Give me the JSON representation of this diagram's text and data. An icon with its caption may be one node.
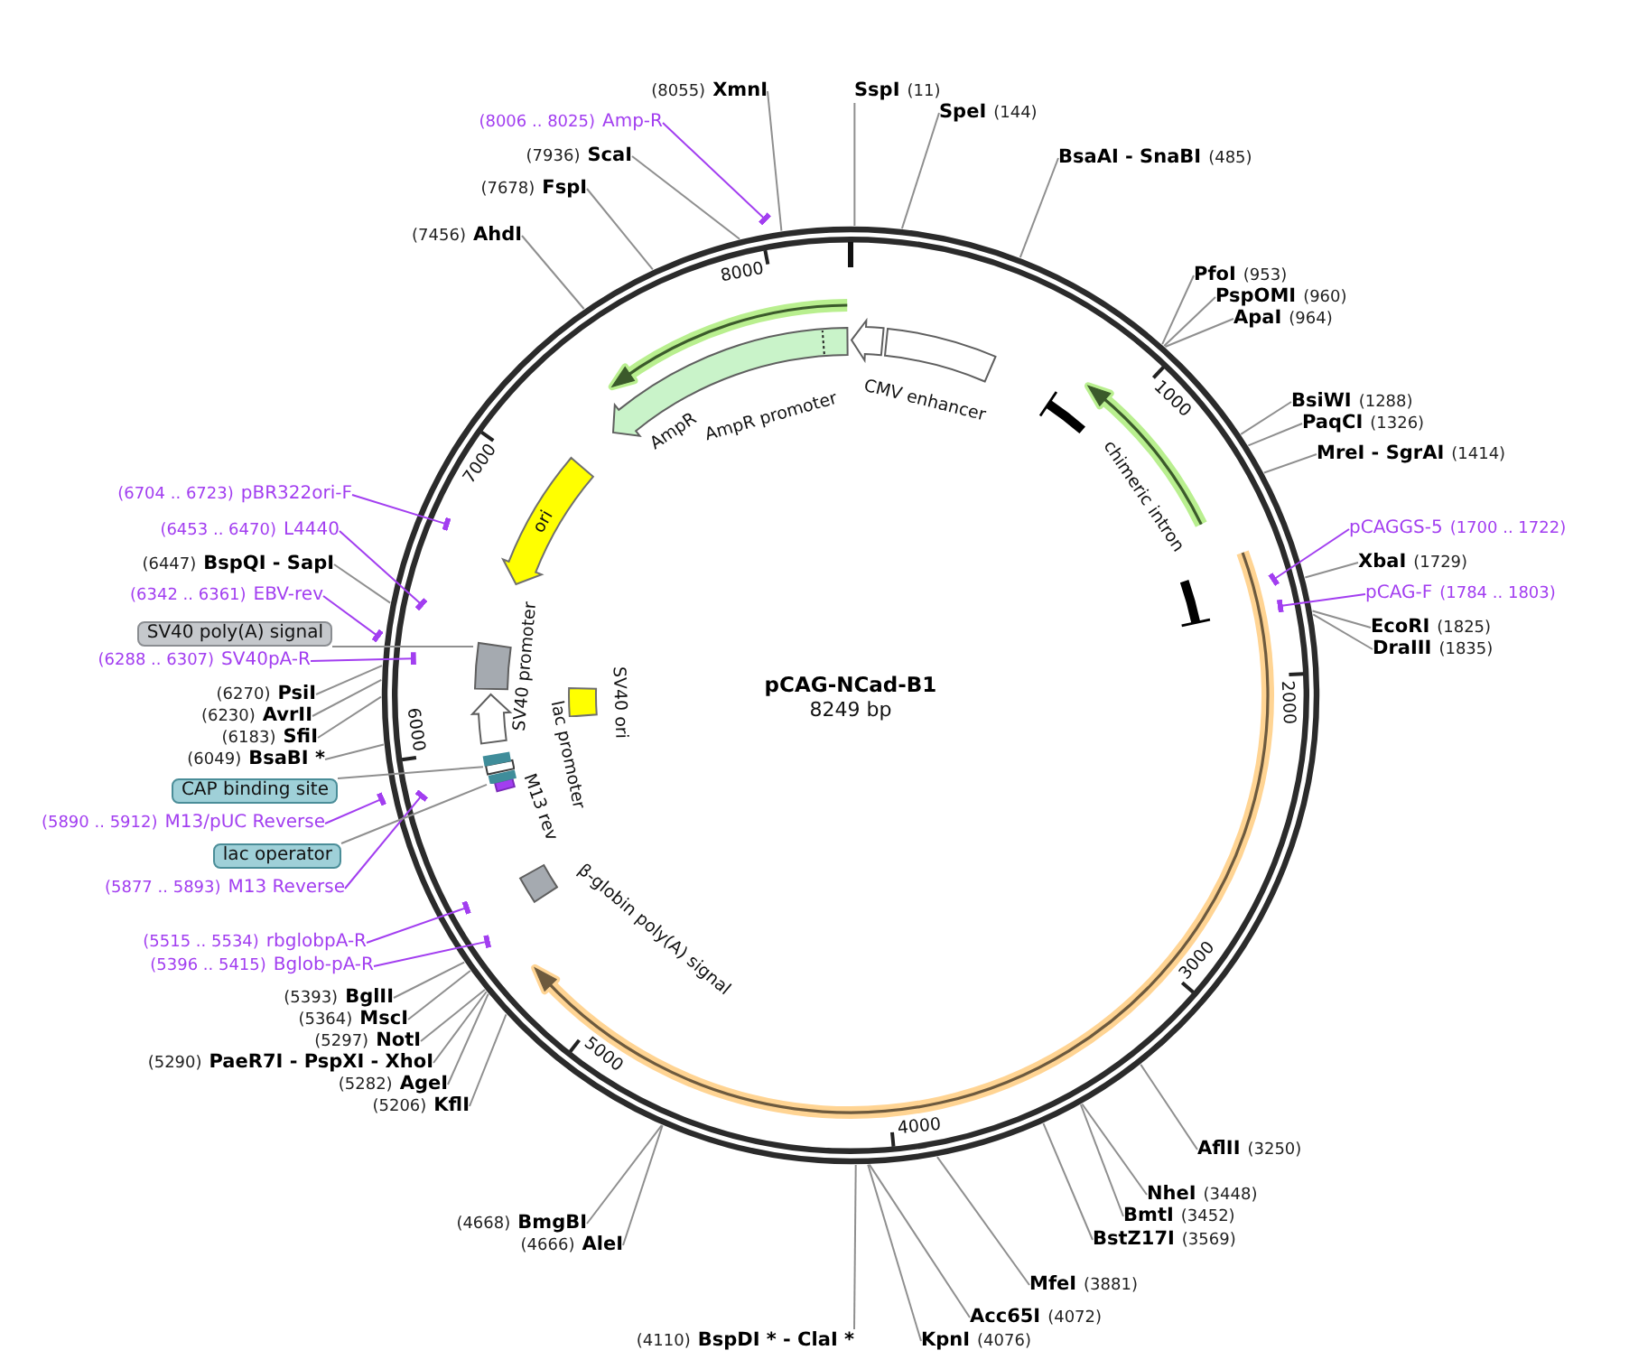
{
  "diagram": {
    "title": "pCAG-NCad-B1",
    "nodes": [
      {
        "text": [
          "SspI",
          "(11)"
        ]
      },
      {
        "text": [
          "SpeI",
          "(144)"
        ]
      },
      {
        "text": [
          "BsaAI - SnaBI",
          "(485)"
        ]
      },
      {
        "text": [
          "PfoI",
          "(953)"
        ]
      },
      {
        "text": [
          "PspOMI",
          "(960)"
        ]
      },
      {
        "text": [
          "ApaI",
          "(964)"
        ]
      },
      {
        "text": [
          "BsiWI",
          "(1288)"
        ]
      },
      {
        "text": [
          "PaqCI",
          "(1326)"
        ]
      },
      {
        "text": [
          "MreI - SgrAI",
          "(1414)"
        ]
      },
      {
        "text": [
          "pCAGGS-5",
          "(1700 .. 1722)"
        ]
      },
      {
        "text": [
          "XbaI",
          "(1729)"
        ]
      },
      {
        "text": [
          "pCAG-F",
          "(1784 .. 1803)"
        ]
      },
      {
        "text": [
          "EcoRI",
          "(1825)"
        ]
      },
      {
        "text": [
          "DraIII",
          "(1835)"
        ]
      },
      {
        "text": [
          "AflII",
          "(3250)"
        ]
      },
      {
        "text": [
          "NheI",
          "(3448)"
        ]
      },
      {
        "text": [
          "BmtI",
          "(3452)"
        ]
      },
      {
        "text": [
          "BstZ17I",
          "(3569)"
        ]
      },
      {
        "text": [
          "MfeI",
          "(3881)"
        ]
      },
      {
        "text": [
          "Acc65I",
          "(4072)"
        ]
      },
      {
        "text": [
          "KpnI",
          "(4076)"
        ]
      },
      {
        "text": [
          "(4110)",
          "BspDI * - ClaI *"
        ]
      },
      {
        "text": [
          "(4666)",
          "AleI"
        ]
      },
      {
        "text": [
          "(4668)",
          "BmgBI"
        ]
      },
      {
        "text": [
          "(5206)",
          "KflI"
        ]
      },
      {
        "text": [
          "(5282)",
          "AgeI"
        ]
      },
      {
        "text": [
          "(5290)",
          "PaeR7I - PspXI - XhoI"
        ]
      },
      {
        "text": [
          "(5297)",
          "NotI"
        ]
      },
      {
        "text": [
          "(5364)",
          "MscI"
        ]
      },
      {
        "text": [
          "(5393)",
          "BglII"
        ]
      },
      {
        "text": [
          "(5396 .. 5415)",
          "Bglob-pA-R"
        ]
      },
      {
        "text": [
          "(5515 .. 5534)",
          "rbglobpA-R"
        ]
      },
      {
        "text": [
          "(5877 .. 5893)",
          "M13 Reverse"
        ]
      },
      {
        "text": [
          "lac operator"
        ]
      },
      {
        "text": [
          "(5890 .. 5912)",
          "M13/pUC Reverse"
        ]
      },
      {
        "text": [
          "CAP binding site"
        ]
      },
      {
        "text": [
          "(6049)",
          "BsaBI *"
        ]
      },
      {
        "text": [
          "(6183)",
          "SfiI"
        ]
      },
      {
        "text": [
          "(6230)",
          "AvrII"
        ]
      },
      {
        "text": [
          "(6270)",
          "PsiI"
        ]
      },
      {
        "text": [
          "(6288 .. 6307)",
          "SV40pA-R"
        ]
      },
      {
        "text": [
          "SV40 poly(A) signal"
        ]
      },
      {
        "text": [
          "(6342 .. 6361)",
          "EBV-rev"
        ]
      },
      {
        "text": [
          "(6447)",
          "BspQI - SapI"
        ]
      },
      {
        "text": [
          "(6453 .. 6470)",
          "L4440"
        ]
      },
      {
        "text": [
          "(6704 .. 6723)",
          "pBR322ori-F"
        ]
      },
      {
        "text": [
          "(7456)",
          "AhdI"
        ]
      },
      {
        "text": [
          "(7678)",
          "FspI"
        ]
      },
      {
        "text": [
          "(7936)",
          "ScaI"
        ]
      },
      {
        "text": [
          "(8006 .. 8025)",
          "Amp-R"
        ]
      },
      {
        "text": [
          "(8055)",
          "XmnI"
        ]
      },
      {
        "text": [
          "AmpR"
        ]
      },
      {
        "text": [
          "AmpR promoter"
        ]
      },
      {
        "text": [
          "CMV enhancer"
        ]
      },
      {
        "text": [
          "chimeric intron"
        ]
      },
      {
        "text": [
          "ori"
        ]
      },
      {
        "text": [
          "SV40 promoter"
        ]
      },
      {
        "text": [
          "SV40 ori"
        ]
      },
      {
        "text": [
          "lac promoter"
        ]
      },
      {
        "text": [
          "M13 rev"
        ]
      },
      {
        "text": [
          "β-globin poly(A) signal"
        ]
      },
      {
        "text": [],
        "shape": "box"
      },
      {
        "text": [],
        "shape": "bar"
      },
      {
        "text": [],
        "shape": "bar"
      }
    ],
    "edges": [
      {
        "from": 0,
        "to": null,
        "arrow": "none"
      },
      {
        "from": 1,
        "to": null,
        "arrow": "none"
      },
      {
        "from": 2,
        "to": null,
        "arrow": "none"
      },
      {
        "from": 3,
        "to": null,
        "arrow": "none"
      },
      {
        "from": 4,
        "to": null,
        "arrow": "none"
      },
      {
        "from": 5,
        "to": null,
        "arrow": "none"
      },
      {
        "from": 6,
        "to": null,
        "arrow": "none"
      },
      {
        "from": 7,
        "to": null,
        "arrow": "none"
      },
      {
        "from": 8,
        "to": null,
        "arrow": "none"
      },
      {
        "from": 9,
        "to": null,
        "arrow": "other",
        "color": "#a23ef0"
      },
      {
        "from": 10,
        "to": null,
        "arrow": "none"
      },
      {
        "from": 11,
        "to": null,
        "arrow": "other",
        "color": "#a23ef0"
      },
      {
        "from": 12,
        "to": null,
        "arrow": "none"
      },
      {
        "from": 13,
        "to": null,
        "arrow": "none"
      },
      {
        "from": 14,
        "to": null,
        "arrow": "none"
      },
      {
        "from": 15,
        "to": null,
        "arrow": "none"
      },
      {
        "from": 16,
        "to": null,
        "arrow": "none"
      },
      {
        "from": 17,
        "to": null,
        "arrow": "none"
      },
      {
        "from": 18,
        "to": null,
        "arrow": "none"
      },
      {
        "from": 19,
        "to": null,
        "arrow": "none"
      },
      {
        "from": 20,
        "to": null,
        "arrow": "none"
      },
      {
        "from": 21,
        "to": null,
        "arrow": "none"
      },
      {
        "from": 22,
        "to": null,
        "arrow": "none"
      },
      {
        "from": 23,
        "to": null,
        "arrow": "none"
      },
      {
        "from": 24,
        "to": null,
        "arrow": "none"
      },
      {
        "from": 25,
        "to": null,
        "arrow": "none"
      },
      {
        "from": 26,
        "to": null,
        "arrow": "none"
      },
      {
        "from": 27,
        "to": null,
        "arrow": "none"
      },
      {
        "from": 28,
        "to": null,
        "arrow": "none"
      },
      {
        "from": 29,
        "to": null,
        "arrow": "none"
      },
      {
        "from": 30,
        "to": null,
        "arrow": "other",
        "color": "#a23ef0"
      },
      {
        "from": 31,
        "to": null,
        "arrow": "other",
        "color": "#a23ef0"
      },
      {
        "from": 32,
        "to": null,
        "arrow": "other",
        "color": "#a23ef0"
      },
      {
        "from": 33,
        "to": 63,
        "arrow": "none"
      },
      {
        "from": 34,
        "to": null,
        "arrow": "other",
        "color": "#a23ef0"
      },
      {
        "from": 35,
        "to": 62,
        "arrow": "none"
      },
      {
        "from": 36,
        "to": null,
        "arrow": "none"
      },
      {
        "from": 37,
        "to": null,
        "arrow": "none"
      },
      {
        "from": 38,
        "to": null,
        "arrow": "none"
      },
      {
        "from": 39,
        "to": null,
        "arrow": "none"
      },
      {
        "from": 40,
        "to": null,
        "arrow": "other",
        "color": "#a23ef0"
      },
      {
        "from": 41,
        "to": 61,
        "arrow": "none"
      },
      {
        "from": 42,
        "to": null,
        "arrow": "other",
        "color": "#a23ef0"
      },
      {
        "from": 43,
        "to": null,
        "arrow": "none"
      },
      {
        "from": 44,
        "to": null,
        "arrow": "other",
        "color": "#a23ef0"
      },
      {
        "from": 45,
        "to": null,
        "arrow": "other",
        "color": "#a23ef0"
      },
      {
        "from": 46,
        "to": null,
        "arrow": "none"
      },
      {
        "from": 47,
        "to": null,
        "arrow": "none"
      },
      {
        "from": 48,
        "to": null,
        "arrow": "none"
      },
      {
        "from": 49,
        "to": null,
        "arrow": "other",
        "color": "#a23ef0"
      },
      {
        "from": 50,
        "to": null,
        "arrow": "none"
      }
    ],
    "labels": [
      "8249 bp",
      "1000",
      "2000",
      "3000",
      "4000",
      "5000",
      "6000",
      "7000",
      "8000"
    ]
  }
}
